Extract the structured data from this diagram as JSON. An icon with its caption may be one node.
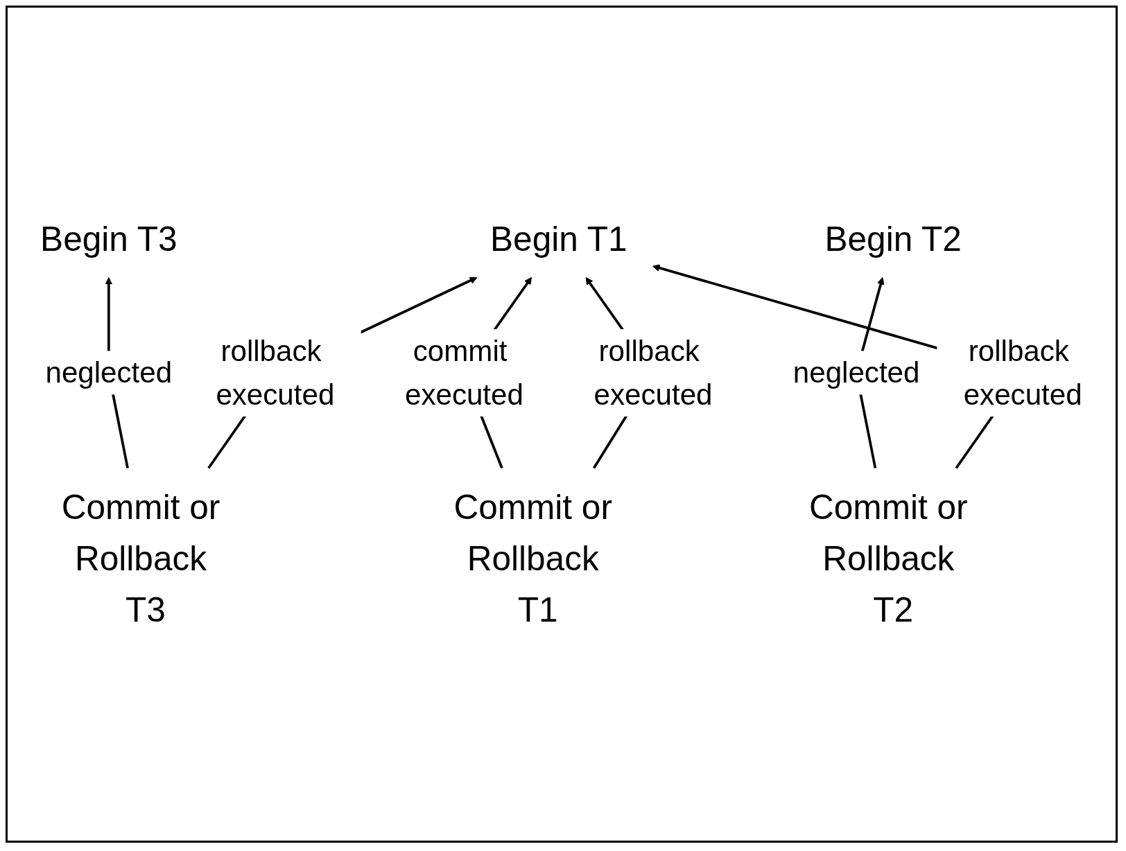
{
  "diagram": {
    "nodes": [
      {
        "text": [
          "Begin T1"
        ]
      },
      {
        "text": [
          "Begin T2"
        ]
      },
      {
        "text": [
          "Begin T3"
        ]
      },
      {
        "text": [
          "Commit or Rollback T3"
        ]
      },
      {
        "text": [
          "Commit or Rollback T2"
        ]
      },
      {
        "text": [
          "Commit or Rollback T1"
        ]
      }
    ],
    "edges": [
      {
        "from": 5,
        "to": 0,
        "arrow": "to",
        "label": "commit executed"
      },
      {
        "from": 4,
        "to": 1,
        "arrow": "to",
        "label": "neglected"
      },
      {
        "from": 3,
        "to": 2,
        "arrow": "to",
        "label": "neglected"
      },
      {
        "from": 3,
        "to": 0,
        "arrow": "to",
        "label": "rollback executed"
      },
      {
        "from": 4,
        "to": 0,
        "arrow": "to",
        "label": "rollback executed"
      },
      {
        "from": 5,
        "to": 0,
        "arrow": "to",
        "label": "rollback executed"
      }
    ]
  }
}
